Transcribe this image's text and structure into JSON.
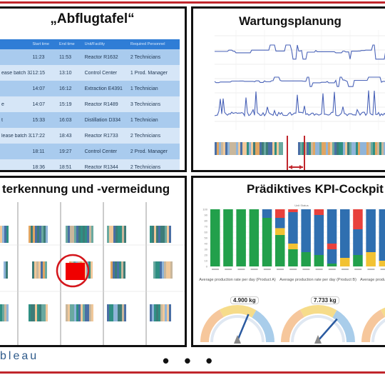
{
  "panels": {
    "departure_board": {
      "title": "„Abflugtafel“",
      "columns": [
        "",
        "Start time",
        "End time",
        "Unit/Facility",
        "Required Personnel"
      ],
      "rows": [
        [
          "",
          "11:23",
          "11:53",
          "Reactor R1632",
          "2 Technicians"
        ],
        [
          "ease batch 32",
          "12:15",
          "13:10",
          "Control Center",
          "1 Prod. Manager"
        ],
        [
          "",
          "14:07",
          "16:12",
          "Extraction E4391",
          "1 Technician"
        ],
        [
          "e",
          "14:07",
          "15:19",
          "Reactor R1489",
          "3 Technicians"
        ],
        [
          "t",
          "15:33",
          "16:03",
          "Distillation D334",
          "1 Technician"
        ],
        [
          "lease batch 32",
          "17:22",
          "18:43",
          "Reactor R1733",
          "2 Technicians"
        ],
        [
          "",
          "18:11",
          "19:27",
          "Control Center",
          "2 Prod. Manager"
        ],
        [
          "",
          "18:36",
          "18:51",
          "Reactor R1344",
          "2 Technicians"
        ]
      ]
    },
    "maintenance": {
      "title": "Wartungsplanung"
    },
    "error_detection": {
      "title": "terkennung und -vermeidung"
    },
    "kpi_cockpit": {
      "title": "Prädiktives KPI-Cockpit",
      "bar_chart_title": "Unit Status",
      "y_ticks": [
        "100",
        "90",
        "80",
        "70",
        "60",
        "50",
        "40",
        "30",
        "20",
        "10",
        "0"
      ],
      "gauges": [
        {
          "label": "Average production rate per day (Product A)",
          "value": "4.900 kg",
          "level": 0.62
        },
        {
          "label": "Average production rate per day (Product B)",
          "value": "7.733 kg",
          "level": 0.72
        },
        {
          "label": "Average production rate per day (Product C)",
          "value": "",
          "level": 0.5
        }
      ]
    }
  },
  "footer": {
    "logo": "bleau",
    "more": "• • •"
  },
  "colors": {
    "accent_red": "#c0262c",
    "table_header": "#2f7dd6",
    "line_blue": "#4a63b8",
    "bar_green": "#22a04b",
    "bar_blue": "#2f6fb0",
    "bar_yellow": "#f2c233",
    "bar_red": "#e8413c"
  }
}
